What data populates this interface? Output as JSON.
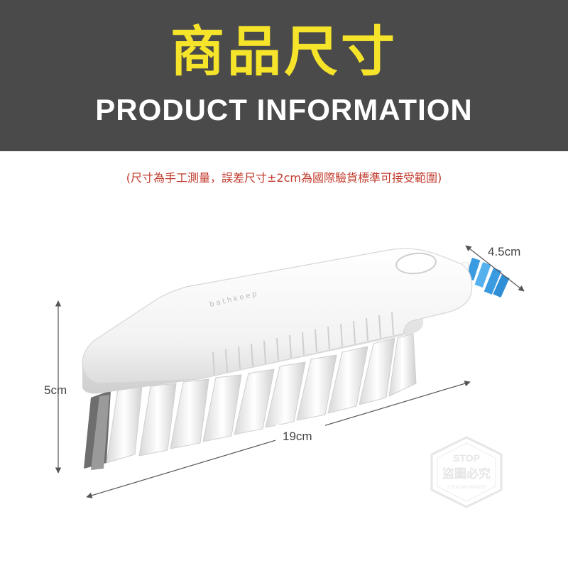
{
  "header": {
    "title_zh": "商品尺寸",
    "title_en": "PRODUCT INFORMATION"
  },
  "note": "(尺寸為手工測量，誤差尺寸±2cm為國際驗貨標準可接受範圍)",
  "product": {
    "brand": "bathkeep",
    "dimensions": {
      "length": "19cm",
      "height": "5cm",
      "head": "4.5cm"
    }
  },
  "watermark": {
    "top": "STOP",
    "main": "盜圖必究",
    "bottom": "STEALING IMAGES"
  },
  "colors": {
    "header_bg": "#4a4a4a",
    "title_yellow": "#f5e42a",
    "note_red": "#c0392b",
    "bristle_blue": "#3a9be0"
  }
}
